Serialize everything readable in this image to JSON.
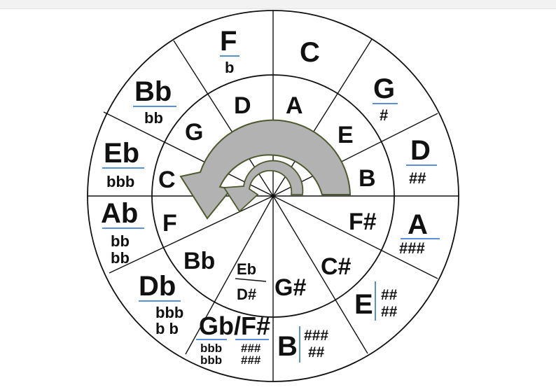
{
  "outer": {
    "F": "F",
    "F_sig": "b",
    "C": "C",
    "G": "G",
    "G_sig": "#",
    "D": "D",
    "D_sig": "##",
    "A": "A",
    "A_sig": "###",
    "E": "E",
    "E_sig1": "##",
    "E_sig2": "##",
    "B": "B",
    "B_sig1": "###",
    "B_sig2": "##",
    "Gb": "Gb/F#",
    "Gb_sig1": "bbb",
    "Gb_sig2": "bbb",
    "Fs_sig1": "###",
    "Fs_sig2": "###",
    "Db": "Db",
    "Db_sig1": "bbb",
    "Db_sig2": "b b",
    "Ab": "Ab",
    "Ab_sig1": "bb",
    "Ab_sig2": "bb",
    "Eb": "Eb",
    "Eb_sig": "bbb",
    "Bb": "Bb",
    "Bb_sig": "bb"
  },
  "inner": {
    "A": "A",
    "E": "E",
    "B": "B",
    "Fs": "F#",
    "Cs": "C#",
    "Gs": "G#",
    "Eb": "Eb",
    "Ds": "D#",
    "Bb": "Bb",
    "F": "F",
    "C": "C",
    "G": "G",
    "D": "D"
  },
  "colors": {
    "arrow_fill": "#b2b2b2",
    "arrow_stroke": "#4d5a2e",
    "accent": "#5b8fd6"
  }
}
